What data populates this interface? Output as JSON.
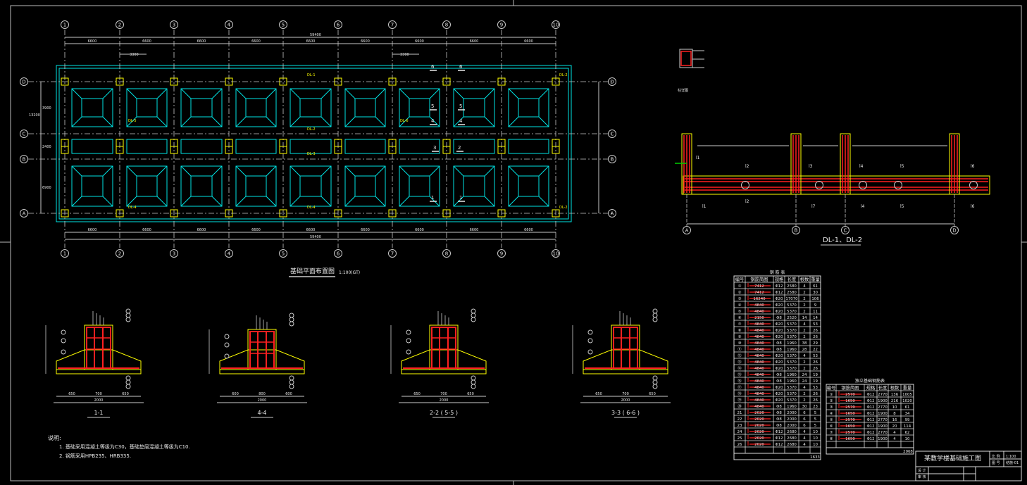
{
  "plan": {
    "title": "基础平面布置图",
    "scale": "1:100(GT)",
    "col_axes": [
      "1",
      "2",
      "3",
      "4",
      "5",
      "6",
      "7",
      "8",
      "9",
      "10"
    ],
    "row_axes": [
      "D",
      "C",
      "B",
      "A"
    ],
    "bay_dims": [
      "6600",
      "6600",
      "6600",
      "6600",
      "6600",
      "6600",
      "6600",
      "6600",
      "6600"
    ],
    "total_dim": "59400",
    "row_dims": [
      "3900",
      "2400",
      "6900"
    ],
    "total_row_dim": "13200",
    "offset_dim_1": "3300",
    "offset_dim_2": "3300",
    "beam_labels": [
      "DL-1",
      "DL-2",
      "DL-3",
      "DL-4",
      "DL-5",
      "DL-6"
    ],
    "section_marks": [
      "1",
      "2",
      "3",
      "4",
      "5",
      "6"
    ]
  },
  "dl_section": {
    "title": "DL-1、DL-2",
    "axes": [
      "A",
      "B",
      "C",
      "D"
    ],
    "marks": [
      "l1",
      "l2",
      "l3",
      "l4",
      "l5",
      "l6",
      "l7"
    ]
  },
  "column_detail": {
    "label": "柱详图"
  },
  "sections": [
    {
      "title": "1-1",
      "dims": [
        "650",
        "700",
        "650"
      ],
      "total": "2000"
    },
    {
      "title": "4-4",
      "dims": [
        "600",
        "800",
        "600"
      ],
      "total": "2000"
    },
    {
      "title": "2-2 ( 5-5 )",
      "dims": [
        "650",
        "700",
        "650"
      ],
      "total": "2000"
    },
    {
      "title": "3-3 ( 6-6 )",
      "dims": [
        "650",
        "700",
        "650"
      ],
      "total": "2000"
    }
  ],
  "notes": {
    "heading": "说明:",
    "items": [
      "1. 基础采用混凝土等级为C30，基础垫层混凝土等级为C10.",
      "2. 钢筋采用HPB235、HRB335."
    ]
  },
  "rebar_table": {
    "title": "钢 筋 表",
    "headers": [
      "编号",
      "钢筋简图",
      "规格",
      "长度",
      "根数",
      "重量"
    ],
    "rows": [
      [
        "①",
        "7412",
        "Φ12",
        "2580",
        "4",
        "61"
      ],
      [
        "②",
        "7412",
        "Φ12",
        "2580",
        "2",
        "30"
      ],
      [
        "③",
        "16240",
        "Φ20",
        "17070",
        "2",
        "106"
      ],
      [
        "④",
        "4840",
        "Φ20",
        "5370",
        "2",
        "9"
      ],
      [
        "⑤",
        "4840",
        "Φ20",
        "5370",
        "2",
        "11"
      ],
      [
        "⑥",
        "2150",
        "Φ8",
        "2520",
        "14",
        "14"
      ],
      [
        "⑦",
        "4840",
        "Φ20",
        "5370",
        "4",
        "53"
      ],
      [
        "⑧",
        "4840",
        "Φ20",
        "5370",
        "2",
        "26"
      ],
      [
        "⑨",
        "4840",
        "Φ20",
        "5370",
        "2",
        "26"
      ],
      [
        "⑩",
        "4840",
        "Φ8",
        "1960",
        "38",
        "29"
      ],
      [
        "⑪",
        "4840",
        "Φ8",
        "1960",
        "28",
        "22"
      ],
      [
        "⑫",
        "4840",
        "Φ20",
        "5370",
        "4",
        "53"
      ],
      [
        "⑬",
        "4840",
        "Φ20",
        "5370",
        "2",
        "26"
      ],
      [
        "⑭",
        "4840",
        "Φ20",
        "5370",
        "2",
        "26"
      ],
      [
        "⑮",
        "4840",
        "Φ8",
        "1960",
        "24",
        "19"
      ],
      [
        "⑯",
        "4840",
        "Φ8",
        "1960",
        "24",
        "19"
      ],
      [
        "⑰",
        "4840",
        "Φ20",
        "5370",
        "4",
        "53"
      ],
      [
        "⑱",
        "4840",
        "Φ20",
        "5370",
        "2",
        "26"
      ],
      [
        "⑲",
        "4840",
        "Φ20",
        "5370",
        "2",
        "26"
      ],
      [
        "⑳",
        "4840",
        "Φ8",
        "1960",
        "30",
        "23"
      ],
      [
        "21",
        "2020",
        "Φ8",
        "2000",
        "6",
        "5"
      ],
      [
        "22",
        "2020",
        "Φ8",
        "2000",
        "6",
        "5"
      ],
      [
        "23",
        "2020",
        "Φ8",
        "2000",
        "6",
        "5"
      ],
      [
        "24",
        "2020",
        "Φ12",
        "2680",
        "4",
        "10"
      ],
      [
        "25",
        "2020",
        "Φ12",
        "2680",
        "4",
        "10"
      ],
      [
        "26",
        "2020",
        "Φ12",
        "2680",
        "4",
        "10"
      ]
    ],
    "total": "1633"
  },
  "footing_table": {
    "title": "独立基础钢筋表",
    "headers": [
      "编号",
      "钢筋简图",
      "规格",
      "长度",
      "根数",
      "重量"
    ],
    "rows": [
      [
        "①",
        "2570",
        "Φ12",
        "2770",
        "136",
        "1005"
      ],
      [
        "②",
        "1650",
        "Φ12",
        "1900",
        "216",
        "1020"
      ],
      [
        "③",
        "2570",
        "Φ12",
        "2770",
        "10",
        "61"
      ],
      [
        "④",
        "1650",
        "Φ12",
        "1900",
        "8",
        "34"
      ],
      [
        "⑤",
        "2570",
        "Φ12",
        "2770",
        "16",
        "99"
      ],
      [
        "⑥",
        "1650",
        "Φ12",
        "1900",
        "20",
        "114"
      ],
      [
        "⑦",
        "2570",
        "Φ12",
        "2770",
        "4",
        "62"
      ],
      [
        "⑧",
        "1650",
        "Φ12",
        "1900",
        "4",
        "10"
      ]
    ],
    "total": "2968"
  },
  "title_block": {
    "project": "某教学楼基础施工图",
    "scale_label": "比 例",
    "scale_value": "1:100",
    "drawing_no_label": "图 号",
    "drawing_no_value": "结施-01",
    "designer_label": "设 计",
    "checker_label": "审 核"
  },
  "colors": {
    "background": "#000000",
    "footing": "#00e5e5",
    "axis": "#c8c8c8",
    "rebar": "#ff2020",
    "outline": "#ffff00",
    "text": "#e8e8e8"
  }
}
